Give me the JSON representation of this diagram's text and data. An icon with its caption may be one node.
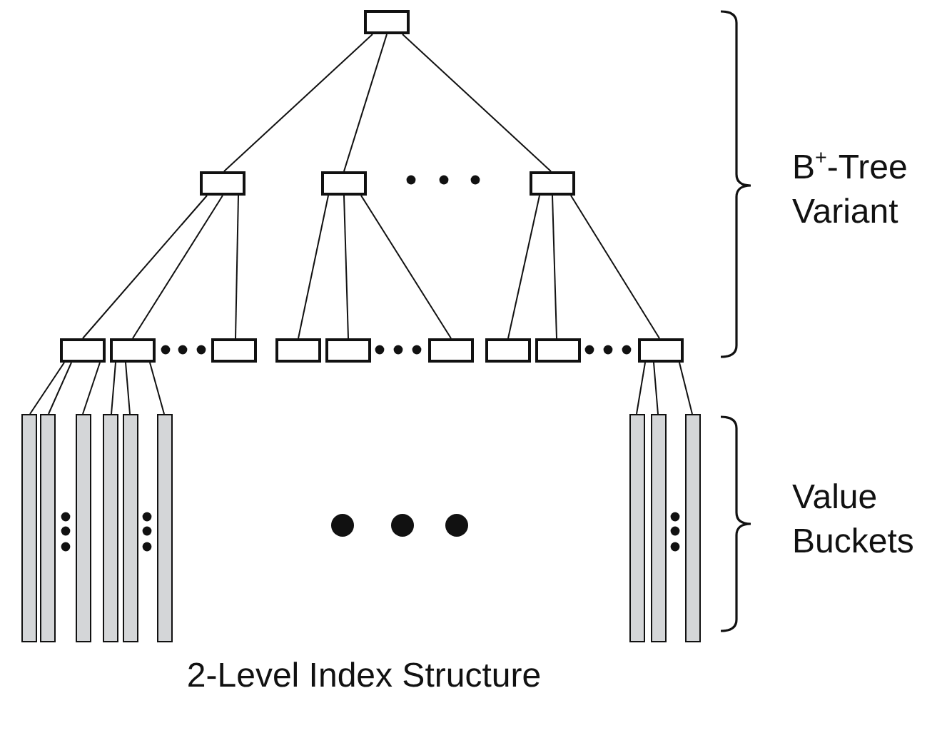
{
  "diagram": {
    "caption": "2-Level Index Structure",
    "nodes": [
      {
        "text": [],
        "shape": "box"
      },
      {
        "text": [],
        "shape": "box"
      },
      {
        "text": [],
        "shape": "box"
      },
      {
        "text": [],
        "shape": "box"
      },
      {
        "text": [],
        "shape": "box"
      },
      {
        "text": [],
        "shape": "box"
      },
      {
        "text": [],
        "shape": "box"
      },
      {
        "text": [],
        "shape": "box"
      },
      {
        "text": [],
        "shape": "box"
      },
      {
        "text": [],
        "shape": "box"
      },
      {
        "text": [],
        "shape": "box"
      },
      {
        "text": [],
        "shape": "box"
      },
      {
        "text": [],
        "shape": "box"
      },
      {
        "text": [],
        "shape": "bar"
      },
      {
        "text": [],
        "shape": "bar"
      },
      {
        "text": [],
        "shape": "bar"
      },
      {
        "text": [],
        "shape": "bar"
      },
      {
        "text": [],
        "shape": "bar"
      },
      {
        "text": [],
        "shape": "bar"
      },
      {
        "text": [],
        "shape": "bar"
      },
      {
        "text": [],
        "shape": "bar"
      },
      {
        "text": [],
        "shape": "bar"
      }
    ],
    "edges": [
      {
        "from": 0,
        "to": 1,
        "arrow": "none"
      },
      {
        "from": 0,
        "to": 2,
        "arrow": "none"
      },
      {
        "from": 0,
        "to": 3,
        "arrow": "none"
      },
      {
        "from": 1,
        "to": 4,
        "arrow": "none"
      },
      {
        "from": 1,
        "to": 5,
        "arrow": "none"
      },
      {
        "from": 1,
        "to": 6,
        "arrow": "none"
      },
      {
        "from": 2,
        "to": 7,
        "arrow": "none"
      },
      {
        "from": 2,
        "to": 8,
        "arrow": "none"
      },
      {
        "from": 2,
        "to": 9,
        "arrow": "none"
      },
      {
        "from": 3,
        "to": 10,
        "arrow": "none"
      },
      {
        "from": 3,
        "to": 11,
        "arrow": "none"
      },
      {
        "from": 3,
        "to": 12,
        "arrow": "none"
      },
      {
        "from": 4,
        "to": 13,
        "arrow": "none"
      },
      {
        "from": 4,
        "to": 14,
        "arrow": "none"
      },
      {
        "from": 4,
        "to": 15,
        "arrow": "none"
      },
      {
        "from": 5,
        "to": 16,
        "arrow": "none"
      },
      {
        "from": 5,
        "to": 17,
        "arrow": "none"
      },
      {
        "from": 5,
        "to": 18,
        "arrow": "none"
      },
      {
        "from": 12,
        "to": 19,
        "arrow": "none"
      },
      {
        "from": 12,
        "to": 20,
        "arrow": "none"
      },
      {
        "from": 12,
        "to": 21,
        "arrow": "none"
      }
    ],
    "labels": [
      "B$^{+}$-Tree Variant",
      "Value Buckets"
    ]
  }
}
